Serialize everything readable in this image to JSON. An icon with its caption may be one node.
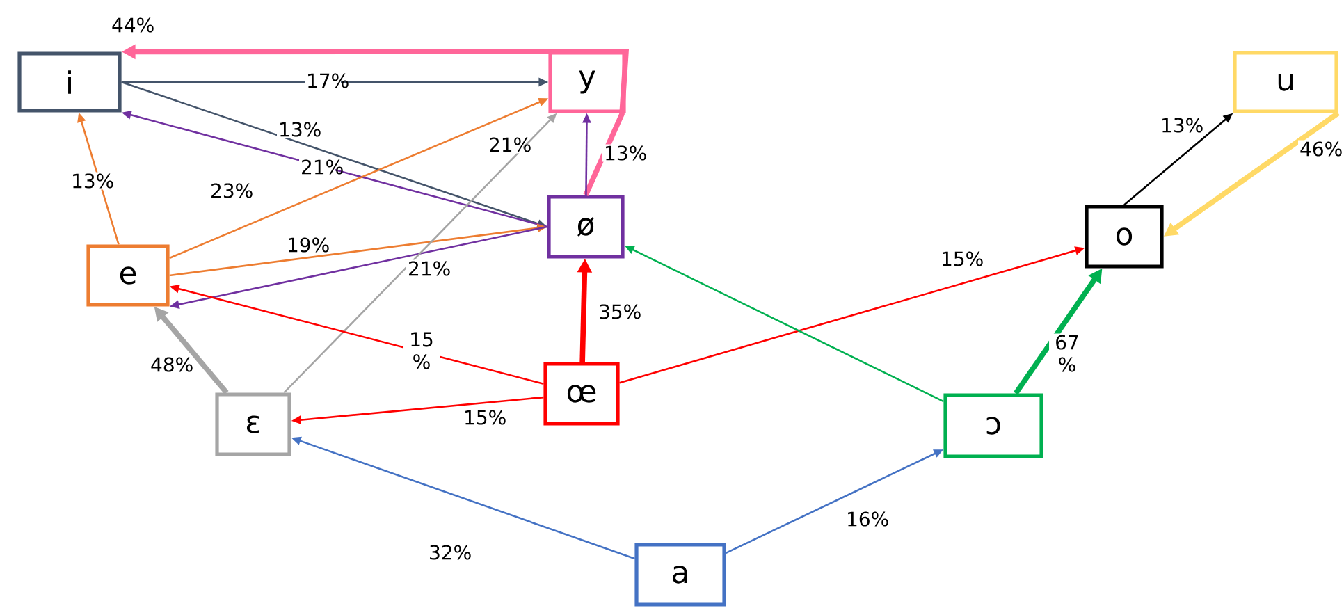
{
  "diagram": {
    "nodes": [
      {
        "text": [
          "i"
        ]
      },
      {
        "text": [
          "y"
        ]
      },
      {
        "text": [
          "e"
        ]
      },
      {
        "text": [
          "ø"
        ]
      },
      {
        "text": [
          "œ"
        ]
      },
      {
        "text": [
          "ɛ"
        ]
      },
      {
        "text": [
          "a"
        ]
      },
      {
        "text": [
          "ɔ"
        ]
      },
      {
        "text": [
          "o"
        ]
      },
      {
        "text": [
          "u"
        ]
      }
    ],
    "edges": [
      {
        "from": 3,
        "to": 0,
        "arrow": "to",
        "label": "44%",
        "style": "thick",
        "color": "#ff6699"
      },
      {
        "from": 0,
        "to": 1,
        "arrow": "to",
        "label": "17%",
        "color": "#44546a"
      },
      {
        "from": 0,
        "to": 3,
        "arrow": "to",
        "label": "13%",
        "color": "#44546a"
      },
      {
        "from": 3,
        "to": 0,
        "arrow": "to",
        "label": "21%",
        "color": "#7030a0"
      },
      {
        "from": 2,
        "to": 0,
        "arrow": "to",
        "label": "13%",
        "color": "#ed7d31"
      },
      {
        "from": 2,
        "to": 1,
        "arrow": "to",
        "label": "23%",
        "color": "#ed7d31"
      },
      {
        "from": 2,
        "to": 3,
        "arrow": "to",
        "label": "19%",
        "color": "#ed7d31"
      },
      {
        "from": 3,
        "to": 2,
        "arrow": "to",
        "label": "21%",
        "color": "#7030a0"
      },
      {
        "from": 3,
        "to": 1,
        "arrow": "to",
        "label": "13%",
        "color": "#7030a0"
      },
      {
        "from": 5,
        "to": 1,
        "arrow": "to",
        "label": "21%",
        "color": "#a5a5a5"
      },
      {
        "from": 5,
        "to": 2,
        "arrow": "to",
        "label": "48%",
        "style": "thick",
        "color": "#a5a5a5"
      },
      {
        "from": 4,
        "to": 3,
        "arrow": "to",
        "label": "35%",
        "style": "thick",
        "color": "#ff0000"
      },
      {
        "from": 4,
        "to": 2,
        "arrow": "to",
        "label": "15 %",
        "color": "#ff0000"
      },
      {
        "from": 4,
        "to": 5,
        "arrow": "to",
        "label": "15%",
        "color": "#ff0000"
      },
      {
        "from": 4,
        "to": 8,
        "arrow": "to",
        "label": "15%",
        "color": "#ff0000"
      },
      {
        "from": 7,
        "to": 3,
        "arrow": "to",
        "color": "#00b050"
      },
      {
        "from": 7,
        "to": 8,
        "arrow": "to",
        "label": "67 %",
        "style": "thick",
        "color": "#00b050"
      },
      {
        "from": 6,
        "to": 5,
        "arrow": "to",
        "label": "32%",
        "color": "#4472c4"
      },
      {
        "from": 6,
        "to": 7,
        "arrow": "to",
        "label": "16%",
        "color": "#4472c4"
      },
      {
        "from": 8,
        "to": 9,
        "arrow": "to",
        "label": "13%",
        "color": "#000000"
      },
      {
        "from": 9,
        "to": 8,
        "arrow": "to",
        "label": "46%",
        "style": "thick",
        "color": "#ffd966"
      }
    ]
  }
}
